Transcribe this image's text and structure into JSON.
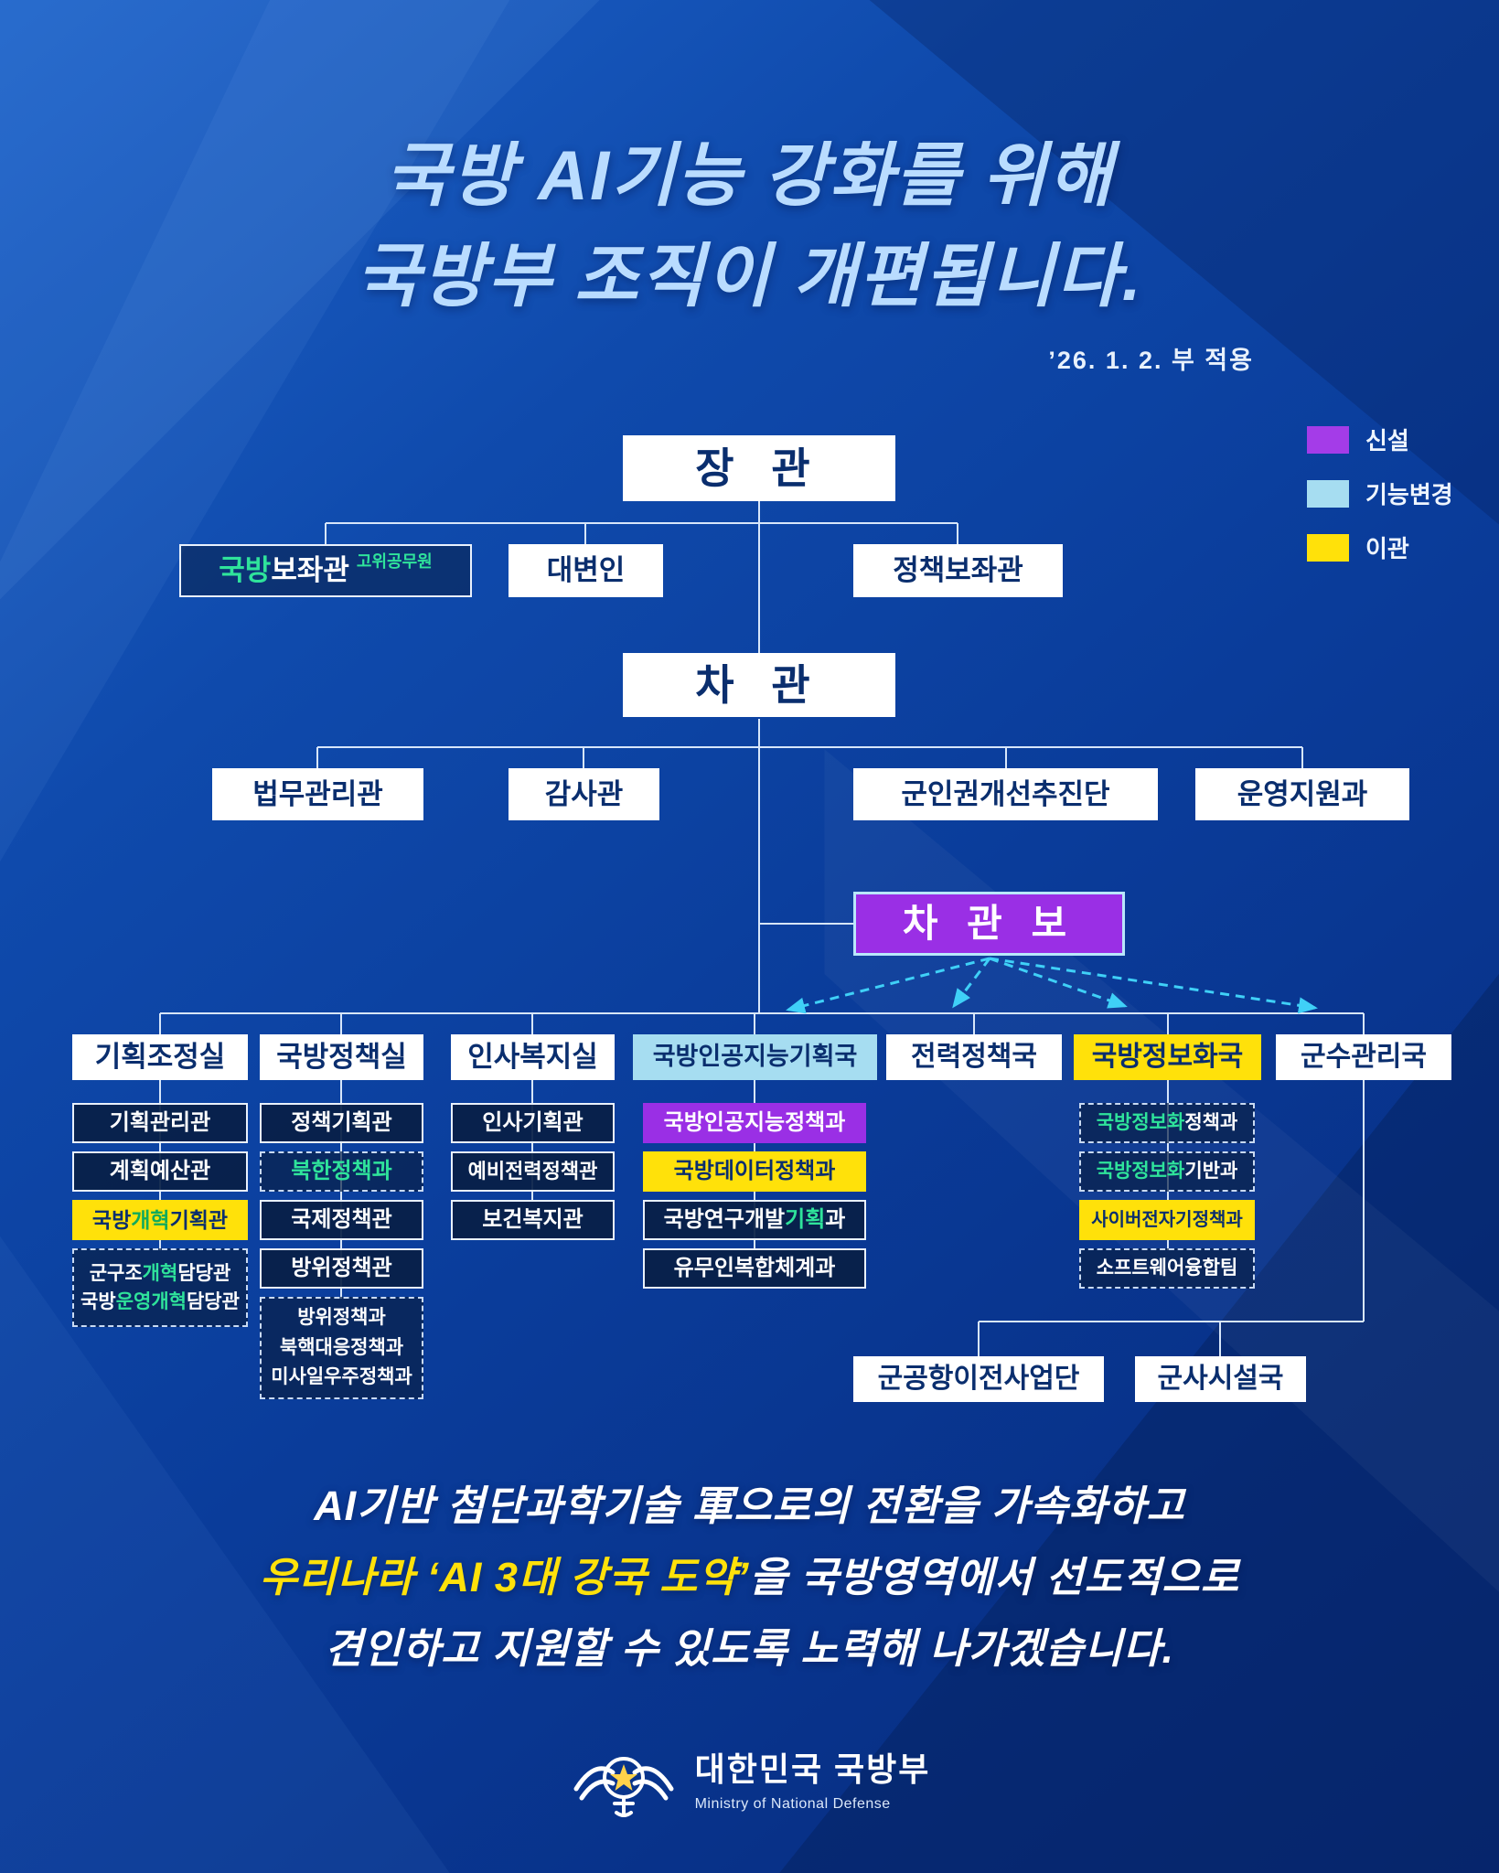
{
  "title": {
    "line1": "국방 AI기능 강화를 위해",
    "line2": "국방부 조직이 개편됩니다.",
    "effective": "’26. 1. 2. 부 적용"
  },
  "legend": {
    "new": "신설",
    "changed": "기능변경",
    "transferred": "이관"
  },
  "colors": {
    "new": "#a43ce8",
    "changed": "#a6ddf1",
    "transferred": "#ffe10a",
    "green_text": "#2fe39b",
    "box_navy": "#0a2e6e",
    "arrow_cyan": "#3fd0f7"
  },
  "top": {
    "minister": "장 관",
    "staff1_a": "국방",
    "staff1_b": "보좌관",
    "staff1_badge": "고위공무원",
    "staff2": "대변인",
    "staff3": "정책보좌관",
    "vice": "차 관",
    "vice1": "법무관리관",
    "vice2": "감사관",
    "vice3": "군인권개선추진단",
    "vice4": "운영지원과",
    "assistant": "차 관 보"
  },
  "divisions": {
    "d1": {
      "title": "기획조정실",
      "i1": "기획관리관",
      "i2": "계획예산관",
      "i3a": "국방",
      "i3b": "개혁",
      "i3c": "기획관",
      "i4a": "군구조",
      "i4b": "개혁",
      "i4c": "담당관",
      "i5a": "국방",
      "i5b": "운영개혁",
      "i5c": "담당관"
    },
    "d2": {
      "title": "국방정책실",
      "i1": "정책기획관",
      "i2": "북한정책과",
      "i3": "국제정책관",
      "i4": "방위정책관",
      "i5": "방위정책과",
      "i6": "북핵대응정책과",
      "i7": "미사일우주정책과"
    },
    "d3": {
      "title": "인사복지실",
      "i1": "인사기획관",
      "i2": "예비전력정책관",
      "i3": "보건복지관"
    },
    "d4": {
      "title": "국방인공지능기획국",
      "i1": "국방인공지능정책과",
      "i2": "국방데이터정책과",
      "i3a": "국방연구개발",
      "i3b": "기획",
      "i3c": "과",
      "i4": "유무인복합체계과"
    },
    "d5": {
      "title": "전력정책국"
    },
    "d6": {
      "title": "국방정보화국",
      "i1a": "국방정보화",
      "i1b": "정책과",
      "i2a": "국방정보화",
      "i2b": "기반과",
      "i3": "사이버전자기정책과",
      "i4": "소프트웨어융합팀"
    },
    "d7": {
      "title": "군수관리국"
    },
    "extra1": "군공항이전사업단",
    "extra2": "군사시설국"
  },
  "message": {
    "line1": "AI기반 첨단과학기술 軍으로의 전환을 가속화하고",
    "line2_highlight": "우리나라 ‘AI 3대 강국 도약’",
    "line2_rest": "을 국방영역에서 선도적으로",
    "line3": "견인하고 지원할 수 있도록 노력해 나가겠습니다."
  },
  "footer": {
    "org": "대한민국 국방부",
    "org_en": "Ministry of National Defense"
  }
}
